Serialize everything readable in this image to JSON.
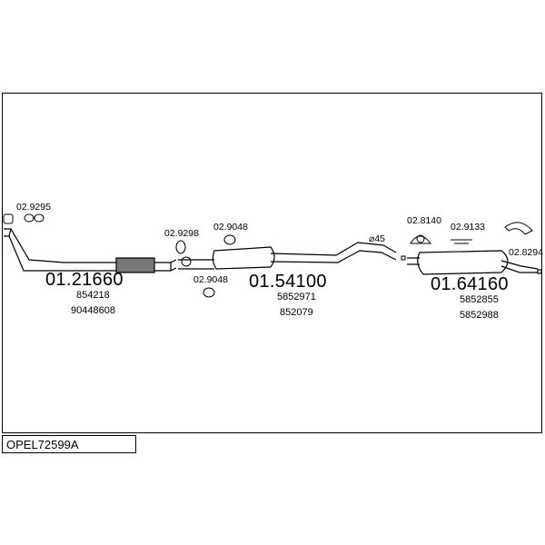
{
  "vehicle_code": "OPEL72599A",
  "parts": {
    "front_pipe": {
      "number": "01.21660",
      "refs": [
        "854218",
        "90448608"
      ]
    },
    "middle_silencer": {
      "number": "01.54100",
      "refs": [
        "5852971",
        "852079"
      ]
    },
    "rear_silencer": {
      "number": "01.64160",
      "refs": [
        "5852855",
        "5852988"
      ]
    }
  },
  "accessories": {
    "gasket_front": "02.9295",
    "clamp_a": "02.9298",
    "mount_a": "02.9048",
    "mount_b": "02.9048",
    "mount_rear_a": "02.8140",
    "mount_rear_b": "02.9133",
    "clamp_rear": "02.8294"
  },
  "diameter_label": "⌀45"
}
